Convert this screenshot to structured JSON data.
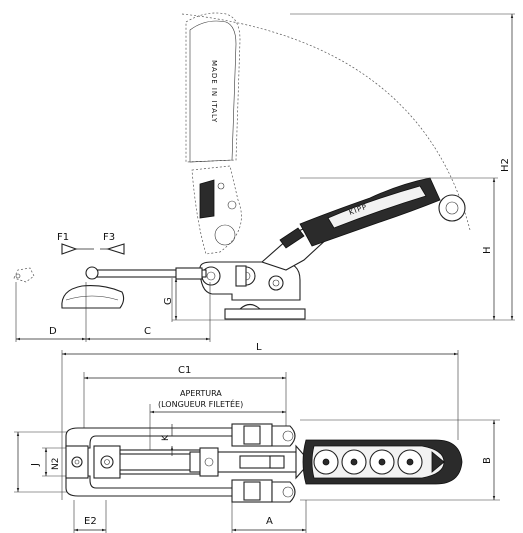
{
  "labels": {
    "F1": "F1",
    "F3": "F3",
    "D": "D",
    "C": "C",
    "G": "G",
    "H": "H",
    "H2": "H2",
    "L": "L",
    "C1": "C1",
    "apertura": "APERTURA",
    "longueur_filetee": "(LONGUEUR FILETÉE)",
    "K": "K",
    "J": "J",
    "N2": "N2",
    "E2": "E2",
    "A": "A",
    "B": "B"
  }
}
